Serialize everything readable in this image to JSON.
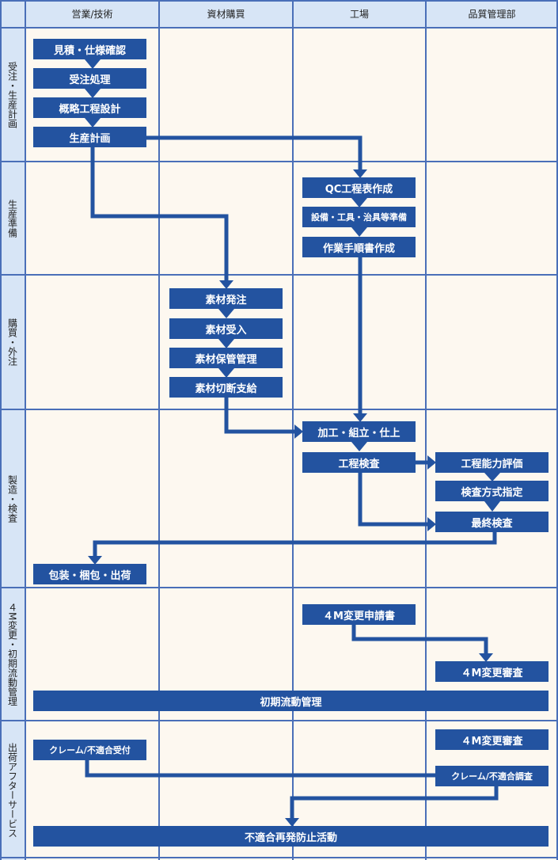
{
  "columns": [
    "営業/技術",
    "資材購買",
    "工場",
    "品質管理部"
  ],
  "lanes": [
    "受注・生産計画",
    "生産準備",
    "購買・外注",
    "製造・検査",
    "４M変更・初期流動管理",
    "出荷アフターサービス"
  ],
  "steps": {
    "mitsumori": "見積・仕様確認",
    "juchu": "受注処理",
    "gairyaku": "概略工程設計",
    "seisan": "生産計画",
    "qc": "QC工程表作成",
    "setsubi": "設備・工具・治具等準備",
    "sagyo": "作業手順書作成",
    "hatchu": "素材発注",
    "ukeire": "素材受入",
    "hokan": "素材保管管理",
    "setsudan": "素材切断支給",
    "kako": "加工・組立・仕上",
    "kotei_kensa": "工程検査",
    "noryoku": "工程能力評価",
    "hoshiki": "検査方式指定",
    "saishu": "最終検査",
    "hoso": "包装・梱包・出荷",
    "henko_shinsei": "４M変更申請書",
    "henko_shinsa1": "４M変更審査",
    "shoki": "初期流動管理",
    "henko_shinsa2": "４M変更審査",
    "claim_uketsuke": "クレーム/不適合受付",
    "claim_chosa": "クレーム/不適合調査",
    "saihatsu": "不適合再発防止活動"
  },
  "colors": {
    "box": "#2353a0",
    "header": "#d7e5f6",
    "body": "#fdf8f0",
    "grid": "#4a6fb8"
  }
}
